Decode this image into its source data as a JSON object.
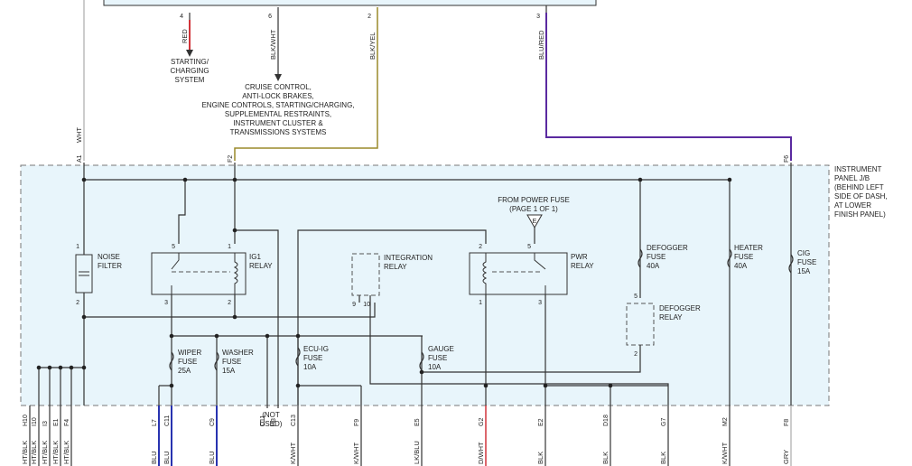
{
  "colors": {
    "red_wire": "#d0343a",
    "yellow_wire": "#9a8a2a",
    "purple_wire": "#5a2aa0",
    "blue_wire": "#2833b0",
    "panel_fill": "#e8f5fb",
    "gray_wire": "#bbbbbb"
  },
  "top_wires": [
    {
      "pin": "4",
      "color": "RED"
    },
    {
      "pin": "6",
      "color": "BLK/WHT"
    },
    {
      "pin": "2",
      "color": "BLK/YEL"
    },
    {
      "pin": "3",
      "color": "BLU/RED"
    }
  ],
  "dest": {
    "starting": "STARTING/\nCHARGING\nSYSTEM",
    "cruise": "CRUISE CONTROL,\nANTI-LOCK BRAKES,\nENGINE CONTROLS, STARTING/CHARGING,\nSUPPLEMENTAL RESTRAINTS,\nINSTRUMENT CLUSTER &\nTRANSMISSIONS SYSTEMS"
  },
  "panel": {
    "label": "INSTRUMENT\nPANEL J/B\n(BEHIND LEFT\nSIDE OF DASH,\nAT LOWER\nFINISH PANEL)",
    "left_wire_color": "WHT",
    "left_pin": "A1",
    "f2_pin": "F2",
    "f6_pin": "F6"
  },
  "components": {
    "noise_filter": "NOISE\nFILTER",
    "ig1_relay": "IG1\nRELAY",
    "integration_relay": "INTEGRATION\nRELAY",
    "pwr_relay": "PWR\nRELAY",
    "from_power_fuse": "FROM POWER FUSE\n(PAGE 1 OF 1)",
    "connector_e": "E",
    "defogger_fuse": "DEFOGGER\nFUSE\n40A",
    "heater_fuse": "HEATER\nFUSE\n40A",
    "cig_fuse": "CIG\nFUSE\n15A",
    "defogger_relay": "DEFOGGER\nRELAY",
    "wiper_fuse": "WIPER\nFUSE\n25A",
    "washer_fuse": "WASHER\nFUSE\n15A",
    "ecu_ig_fuse": "ECU-IG\nFUSE\n10A",
    "gauge_fuse": "GAUGE\nFUSE\n10A",
    "not_used": "(NOT\nUSED)"
  },
  "relay_pins": {
    "nf_top": "1",
    "nf_bot": "2",
    "ig1_tl": "5",
    "ig1_tr": "1",
    "ig1_bl": "3",
    "ig1_br": "2",
    "int_l": "9",
    "int_r": "10",
    "pwr_tl": "2",
    "pwr_tr": "5",
    "pwr_bl": "1",
    "pwr_br": "3",
    "def_t": "5",
    "def_b": "2"
  },
  "bottom_pins": [
    {
      "pin": "H10",
      "color": "HT/BLK"
    },
    {
      "pin": "I10",
      "color": "HT/BLK"
    },
    {
      "pin": "I3",
      "color": "HT/BLK"
    },
    {
      "pin": "E1",
      "color": "HT/BLK"
    },
    {
      "pin": "F4",
      "color": "HT/BLK"
    },
    {
      "pin": "L7",
      "color": "BLU"
    },
    {
      "pin": "C11",
      "color": "BLU"
    },
    {
      "pin": "C9",
      "color": "BLU"
    },
    {
      "pin": "D11",
      "color": ""
    },
    {
      "pin": "H3",
      "color": ""
    },
    {
      "pin": "C13",
      "color": "K/WHT"
    },
    {
      "pin": "F9",
      "color": "K/WHT"
    },
    {
      "pin": "E5",
      "color": "LK/BLU"
    },
    {
      "pin": "G2",
      "color": "D/WHT"
    },
    {
      "pin": "E2",
      "color": "BLK"
    },
    {
      "pin": "D18",
      "color": "BLK"
    },
    {
      "pin": "G7",
      "color": "BLK"
    },
    {
      "pin": "M2",
      "color": "K/WHT"
    },
    {
      "pin": "F8",
      "color": "GRY"
    }
  ]
}
